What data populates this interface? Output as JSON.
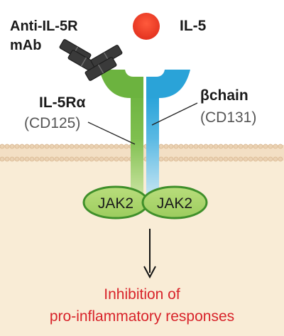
{
  "antibody": {
    "line1": "Anti-IL-5R",
    "line2": "mAb"
  },
  "ligand": {
    "label": "IL-5"
  },
  "alpha_chain": {
    "name": "IL-5Rα",
    "cd": "(CD125)"
  },
  "beta_chain": {
    "name": "βchain",
    "cd": "(CD131)"
  },
  "jak_left": "JAK2",
  "jak_right": "JAK2",
  "outcome": {
    "line1": "Inhibition of",
    "line2": "pro-inflammatory responses"
  },
  "colors": {
    "ligand": "#e63a24",
    "alpha_chain": "#6cb33f",
    "beta_chain": "#2aa3d8",
    "jak_fill": "#a6d46a",
    "jak_border": "#3f8f2a",
    "antibody": "#3a3a3a",
    "cytoplasm": "#f9ecd6",
    "outcome_text": "#d8232a"
  }
}
